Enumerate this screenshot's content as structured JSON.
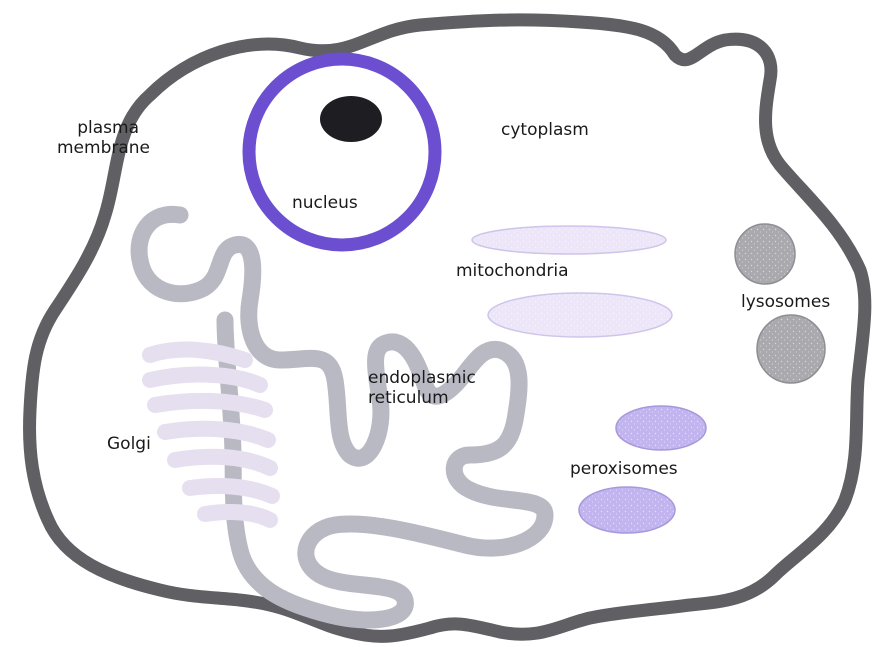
{
  "labels": {
    "plasma_membrane_line1": "plasma",
    "plasma_membrane_line2": "membrane",
    "cytoplasm": "cytoplasm",
    "nucleus": "nucleus",
    "mitochondria": "mitochondria",
    "lysosomes": "lysosomes",
    "endoplasmic_reticulum_line1": "endoplasmic",
    "endoplasmic_reticulum_line2": "reticulum",
    "golgi": "Golgi",
    "peroxisomes": "peroxisomes"
  },
  "colors": {
    "membrane": "#5f5f64",
    "nuclear_envelope": "#6b4fd0",
    "nucleolus": "#1e1e22",
    "er": "#b9b9c4",
    "golgi": "#e6dff0",
    "mitochondria_fill": "#ece6f8",
    "mitochondria_stroke": "#cfc4ea",
    "lysosome_fill": "#a9a9ae",
    "lysosome_stroke": "#8e8e94",
    "peroxisome_fill": "#c2b4ee",
    "peroxisome_stroke": "#a898dc"
  }
}
